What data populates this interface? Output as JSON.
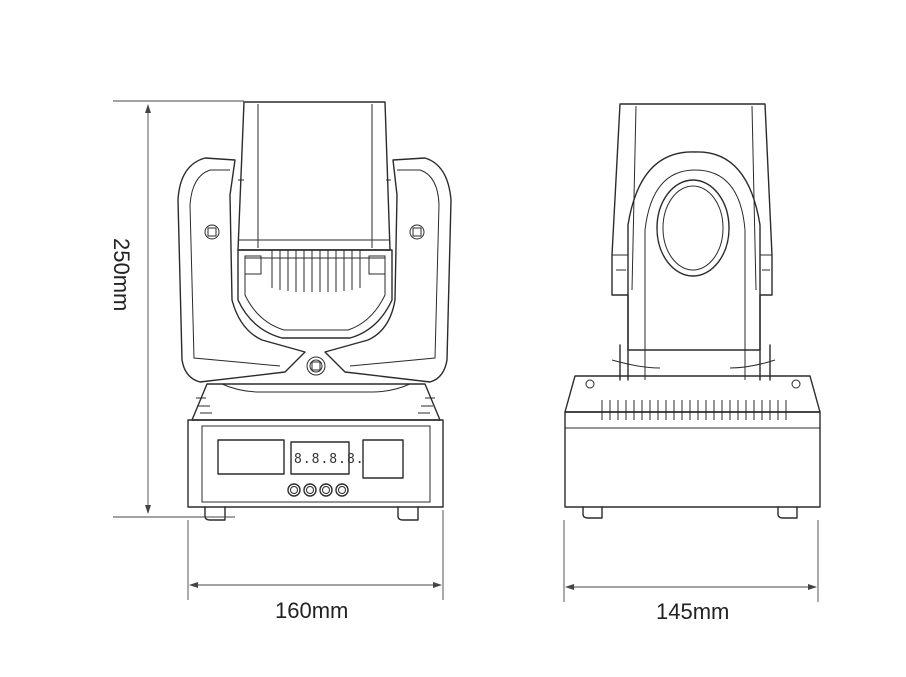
{
  "dimensions": {
    "height_label": "250mm",
    "front_width_label": "160mm",
    "side_width_label": "145mm"
  },
  "display": {
    "readout": "8.8.8.8."
  },
  "views": {
    "front": {
      "buttons": 4
    },
    "side": {}
  }
}
